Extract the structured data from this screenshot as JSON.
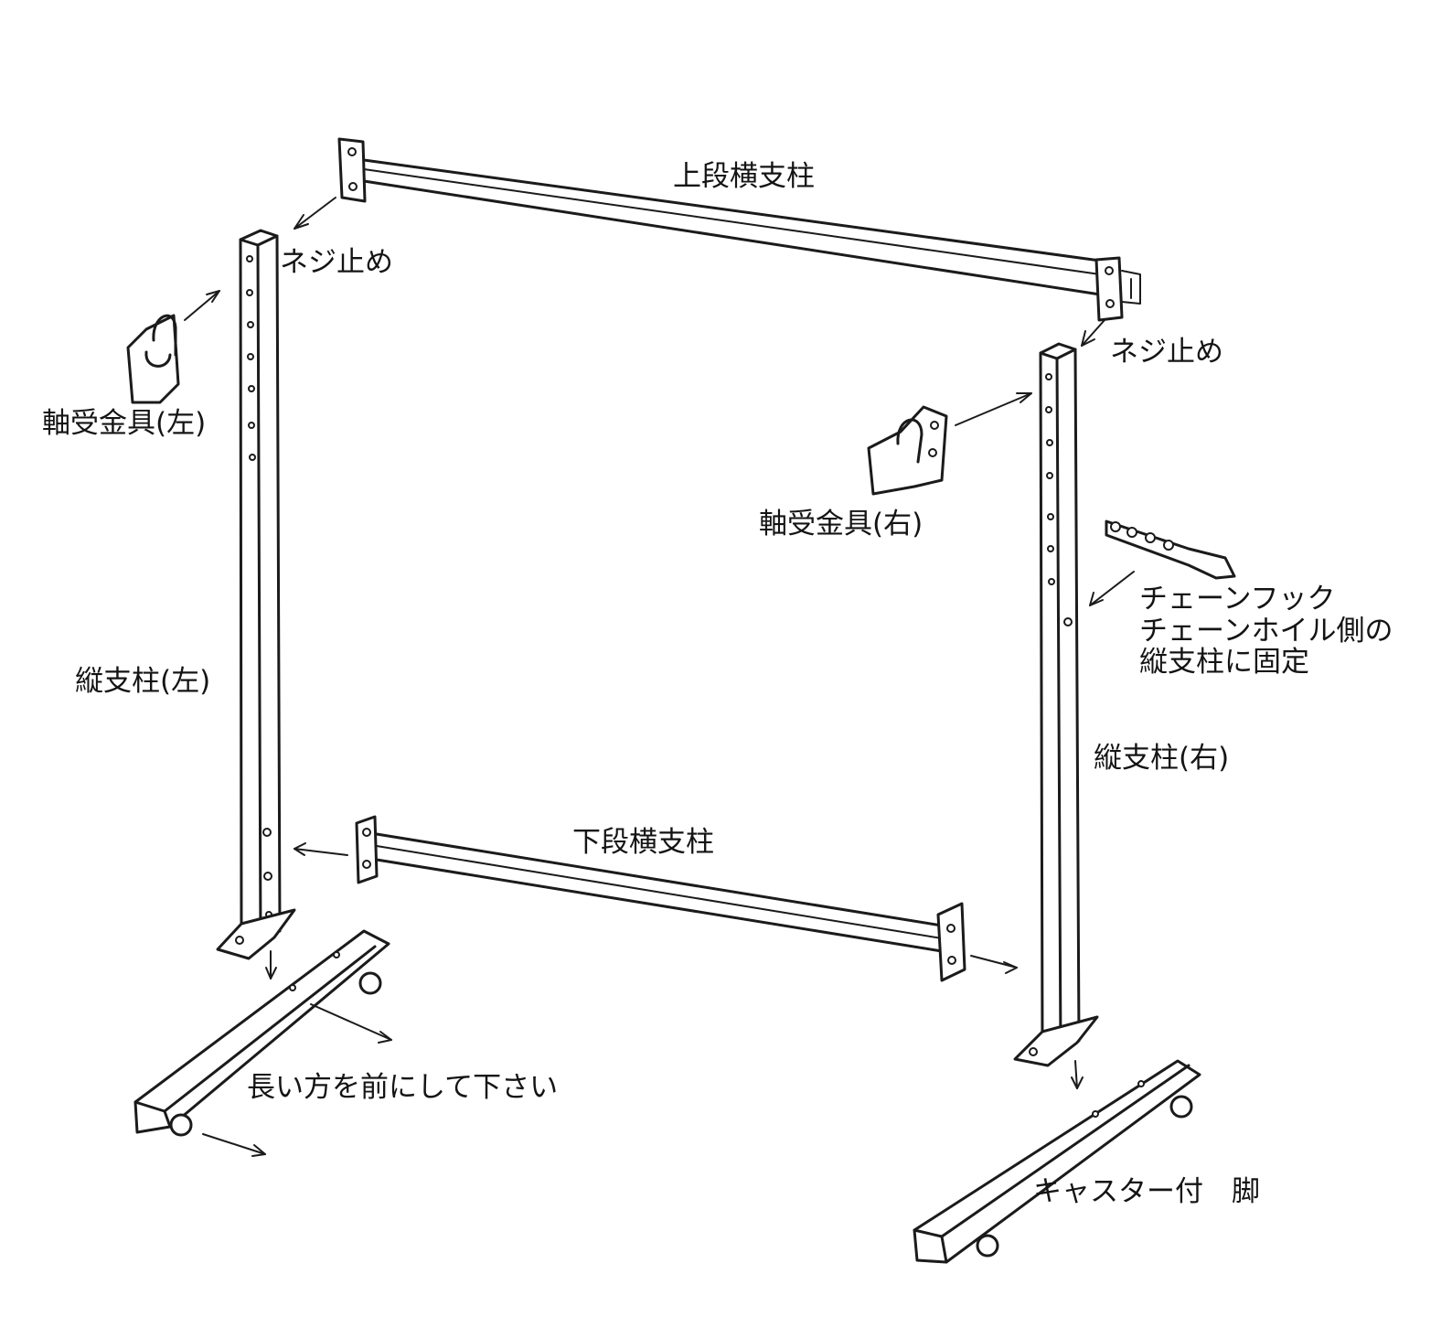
{
  "labels": {
    "upper_crossbar": "上段横支柱",
    "screw_fix_left": "ネジ止め",
    "screw_fix_right": "ネジ止め",
    "bearing_bracket_left": "軸受金具(左)",
    "bearing_bracket_right": "軸受金具(右)",
    "chain_hook": [
      "チェーンフック",
      "チェーンホイル側の",
      "縦支柱に固定"
    ],
    "vertical_post_left": "縦支柱(左)",
    "vertical_post_right": "縦支柱(右)",
    "lower_crossbar": "下段横支柱",
    "long_side_front": "長い方を前にして下さい",
    "caster_leg": "キャスター付　脚"
  }
}
